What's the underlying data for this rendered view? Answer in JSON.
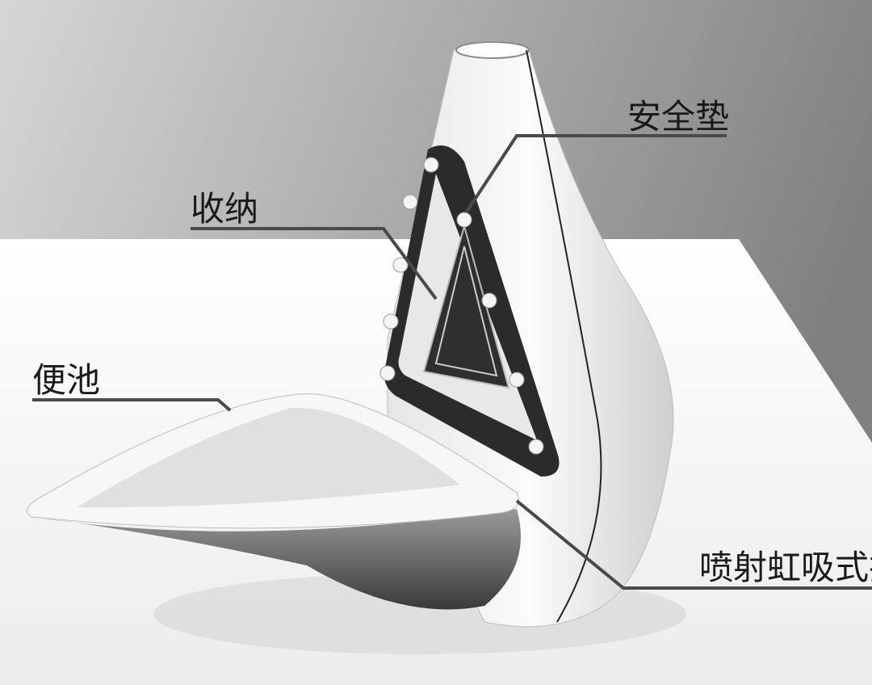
{
  "labels": {
    "safety_pad": "安全垫",
    "storage": "收纳",
    "toilet_bowl": "便池",
    "siphon_flush": "喷射虹吸式排"
  },
  "colors": {
    "backdrop_light": "#d4d4d4",
    "backdrop_dark": "#8a8a8a",
    "floor": "#f4f4f4",
    "product_body": "#f2f2f2",
    "panel": "#2b2b2b",
    "leader_line": "#4a4a4a"
  }
}
